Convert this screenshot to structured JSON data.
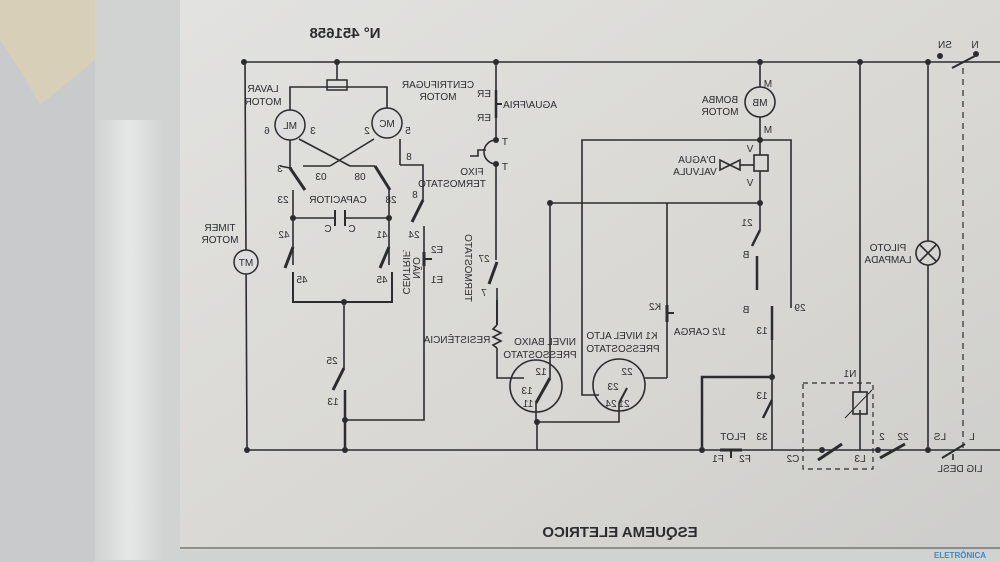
{
  "document": {
    "serial": "N° 451658",
    "title": "ESQUEMA ELETRICO",
    "watermark": "ELETRÔNICA"
  },
  "labels": {
    "motor_lavar": [
      "MOTOR",
      "LAVAR"
    ],
    "motor_centrifugar": [
      "MOTOR",
      "CENTRIFUGAR"
    ],
    "ml": "ML",
    "mc": "MC",
    "mt": "MT",
    "mb": "MB",
    "motor_timer": [
      "MOTOR",
      "TIMER"
    ],
    "capacitor": "CAPACITOR",
    "agua_fria": "AGUA/FRIA",
    "termostato_fixo": [
      "TERMOSTATO",
      "FIXO"
    ],
    "termostato": "TERMOSTATO",
    "nao_centrif": [
      "NÃO",
      "CENTRIF."
    ],
    "resistencia": "RESISTÊNCIA",
    "pressostato_baixo": [
      "PRESSOSTATO",
      "NIVEL BAIXO"
    ],
    "pressostato_alto": [
      "PRESSOSTATO",
      "K1 NIVEL ALTO"
    ],
    "meia_carga": "1/2 CARGA",
    "motor_bomba": [
      "MOTOR",
      "BOMBA"
    ],
    "valvula": [
      "VALVULA",
      "D'AGUA"
    ],
    "lampada": [
      "LAMPADA",
      "PILOTO"
    ],
    "flot": "FLOT",
    "lig_desl": "LIG DESL",
    "terminals": {
      "t6": "6",
      "t3a": "3",
      "t2": "2",
      "t5": "5",
      "t3b": "3",
      "t03": "03",
      "t08": "08",
      "t8a": "8",
      "t8b": "8",
      "t23": "23",
      "t28": "28",
      "t42": "42",
      "t41": "41",
      "t24": "24",
      "tC1": "C",
      "tC2": "C",
      "t45a": "45",
      "t45b": "45",
      "t25": "25",
      "t13a": "13",
      "tE1": "E1",
      "tE2": "E2",
      "tER1": "ER",
      "tER2": "ER",
      "tT1": "T",
      "tT2": "T",
      "t27": "27",
      "t7": "7",
      "t11": "11",
      "t12": "12",
      "t13p": "13",
      "t21": "21",
      "t22": "22",
      "t23p": "23",
      "t24p": "24",
      "tK2": "K2",
      "tM1": "M",
      "tM2": "M",
      "tV1": "V",
      "tV2": "V",
      "t21b": "21",
      "tB1": "B",
      "tB2": "B",
      "t29": "29",
      "t13b": "13",
      "t13c": "13",
      "t33": "33",
      "tF1": "F1",
      "tF2": "F2",
      "tC2b": "C2",
      "tN1": "N1",
      "tL3": "L3",
      "t2b": "2",
      "t22b": "22",
      "tLS": "LS",
      "tL": "L",
      "tSN": "SN",
      "tN": "N"
    }
  },
  "colors": {
    "ink": "#2b2c30",
    "paper": "#dcdcdb",
    "wall": "#cfd0d2",
    "tape": "#d8cfb8"
  }
}
